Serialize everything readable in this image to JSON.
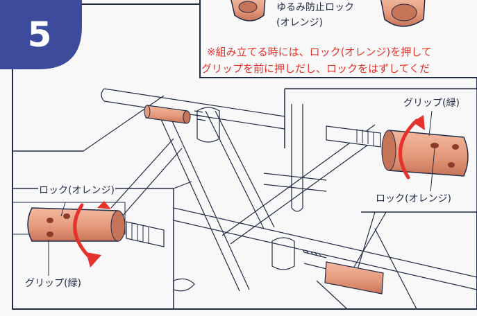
{
  "step": {
    "number": "5"
  },
  "top_panel": {
    "caption_line1": "ゆるみ防止ロック",
    "caption_line2": "(オレンジ)",
    "note_line1": "※組み立てる時には、ロック(オレンジ)を押して",
    "note_line2": "グリップを前に押しだし、ロックをはずしてくだ"
  },
  "left_callout": {
    "lock_label": "ロック(オレンジ)",
    "grip_label": "グリップ(緑)"
  },
  "right_callout": {
    "grip_label": "グリップ(緑)",
    "lock_label": "ロック(オレンジ)"
  },
  "colors": {
    "badge": "#3c4b9c",
    "orange_part": "#e59a7c",
    "arrow": "#e5322d",
    "line": "#1f2a44"
  }
}
